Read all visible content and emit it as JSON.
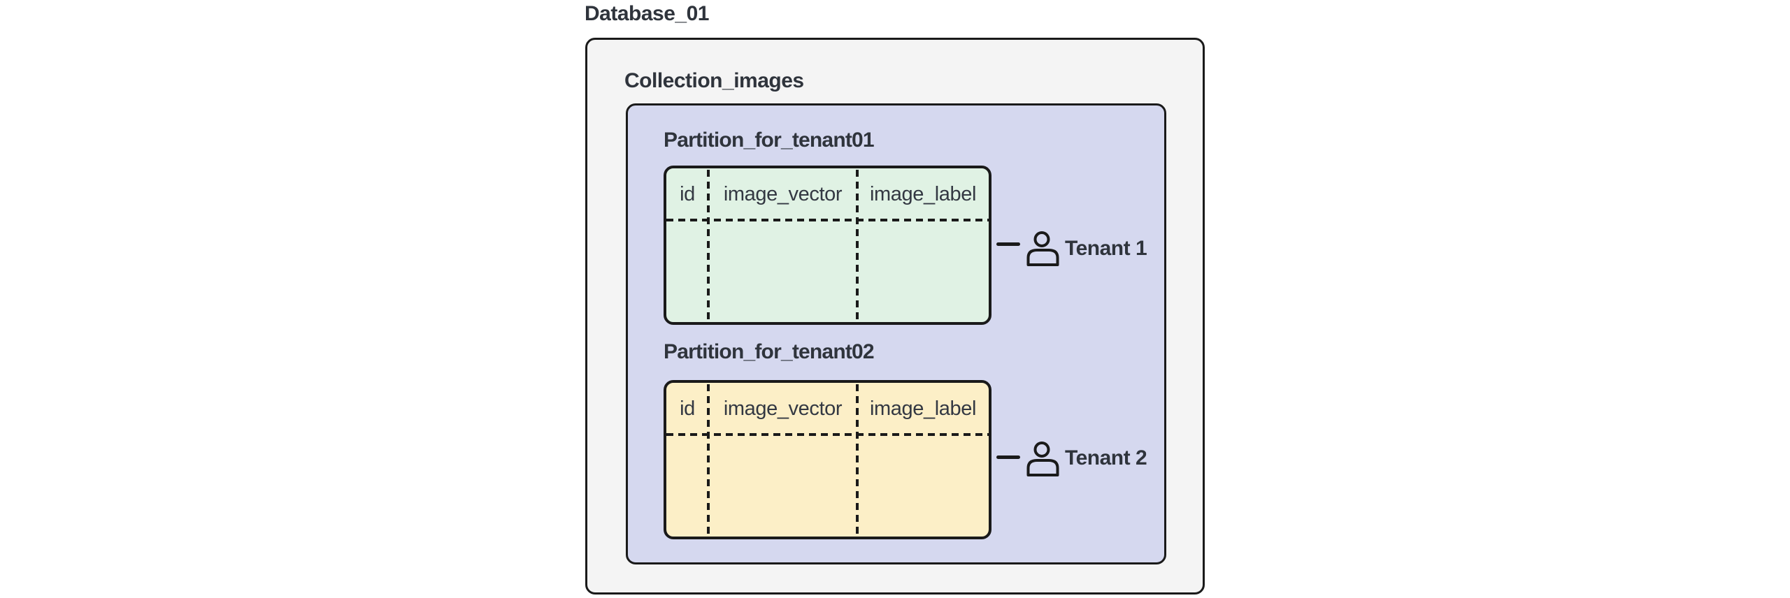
{
  "diagram": {
    "database": {
      "label": "Database_01"
    },
    "collection": {
      "label": "Collection_images"
    },
    "partitions": [
      {
        "label": "Partition_for_tenant01",
        "columns": [
          "id",
          "image_vector",
          "image_label"
        ],
        "fill": "#e0f2e4",
        "tenant": {
          "label": "Tenant 1",
          "icon": "person-icon"
        }
      },
      {
        "label": "Partition_for_tenant02",
        "columns": [
          "id",
          "image_vector",
          "image_label"
        ],
        "fill": "#fcefc7",
        "tenant": {
          "label": "Tenant 2",
          "icon": "person-icon"
        }
      }
    ],
    "colors": {
      "database_fill": "#f4f4f4",
      "collection_fill": "#d5d8ef",
      "partition1_table_fill": "#e0f2e4",
      "partition2_table_fill": "#fcefc7",
      "border": "#1a1a1a",
      "text": "#2f343c"
    }
  }
}
